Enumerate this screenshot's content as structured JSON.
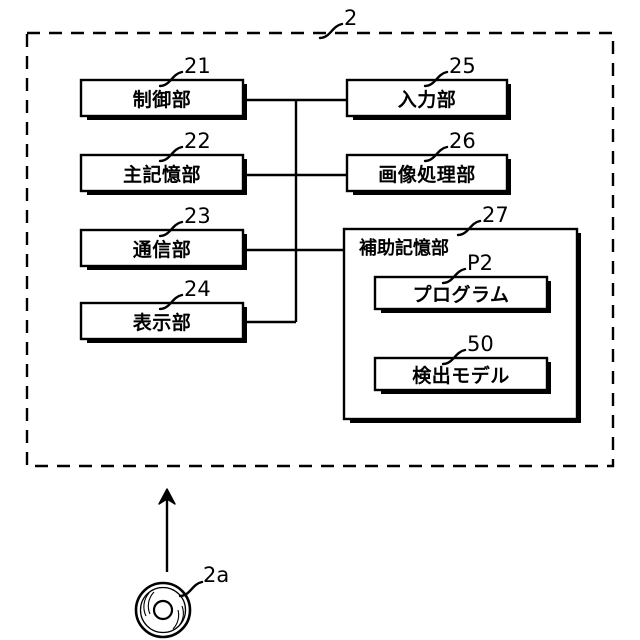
{
  "figure": {
    "enclosure_label": "2",
    "medium_label": "2a",
    "medium_icon": "optical-disc-icon",
    "arrow_icon": "up-arrow-icon",
    "line_color": "#000000",
    "fill_color": "#ffffff"
  },
  "blocks": [
    {
      "id": "control-unit",
      "label": "制御部",
      "ref": "21"
    },
    {
      "id": "main-memory-unit",
      "label": "主記憶部",
      "ref": "22"
    },
    {
      "id": "communication-unit",
      "label": "通信部",
      "ref": "23"
    },
    {
      "id": "display-unit",
      "label": "表示部",
      "ref": "24"
    },
    {
      "id": "input-unit",
      "label": "入力部",
      "ref": "25"
    },
    {
      "id": "image-processing-unit",
      "label": "画像処理部",
      "ref": "26"
    }
  ],
  "auxiliary_storage": {
    "label": "補助記憶部",
    "ref": "27",
    "children": [
      {
        "id": "program",
        "label": "プログラム",
        "ref": "P2"
      },
      {
        "id": "detection-model",
        "label": "検出モデル",
        "ref": "50"
      }
    ]
  }
}
